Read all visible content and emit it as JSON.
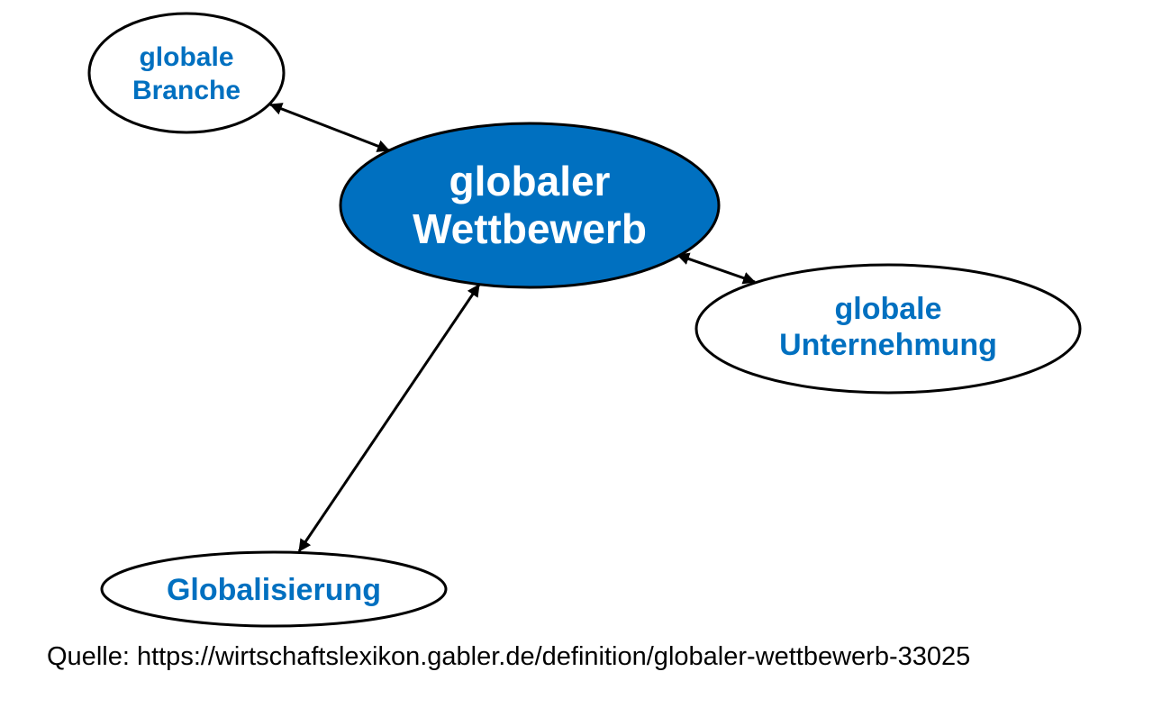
{
  "colors": {
    "accent": "#0070c0",
    "node_fill": "#ffffff",
    "center_fill": "#0070c0",
    "center_text": "#ffffff",
    "stroke": "#000000",
    "footer_text": "#000000"
  },
  "nodes": {
    "center": {
      "line1": "globaler",
      "line2": "Wettbewerb"
    },
    "branche": {
      "line1": "globale",
      "line2": "Branche"
    },
    "unternehmung": {
      "line1": "globale",
      "line2": "Unternehmung"
    },
    "globalisierung": {
      "line1": "Globalisierung"
    }
  },
  "edges": [
    {
      "from": "center",
      "to": "branche",
      "direction": "both"
    },
    {
      "from": "center",
      "to": "unternehmung",
      "direction": "both"
    },
    {
      "from": "center",
      "to": "globalisierung",
      "direction": "both"
    }
  ],
  "footer": {
    "source_text": "Quelle: https://wirtschaftslexikon.gabler.de/definition/globaler-wettbewerb-33025"
  }
}
